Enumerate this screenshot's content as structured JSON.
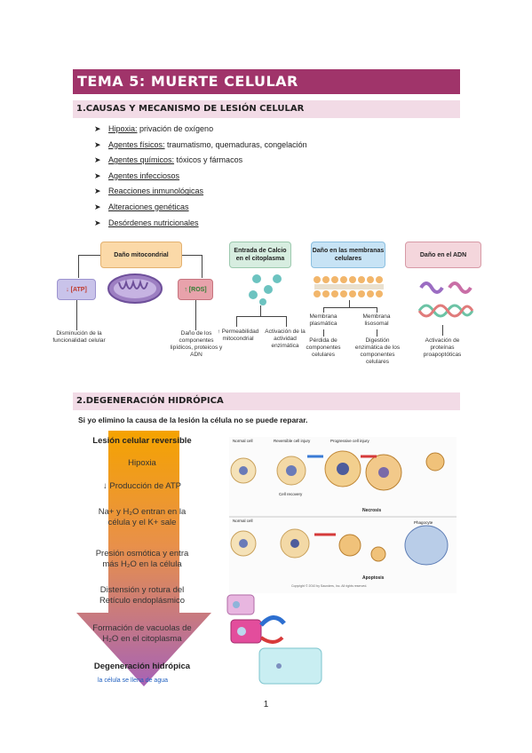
{
  "title": "TEMA 5: MUERTE CELULAR",
  "section1": {
    "heading": "1.CAUSAS Y MECANISMO DE LESIÓN CELULAR",
    "items": [
      {
        "label": "Hipoxia:",
        "desc": " privación de oxígeno"
      },
      {
        "label": "Agentes físicos:",
        "desc": " traumatismo, quemaduras, congelación"
      },
      {
        "label": "Agentes químicos:",
        "desc": " tóxicos y fármacos"
      },
      {
        "label": "Agentes infecciosos",
        "desc": ""
      },
      {
        "label": "Reacciones inmunológicas",
        "desc": ""
      },
      {
        "label": "Alteraciones genéticas",
        "desc": ""
      },
      {
        "label": "Desórdenes nutricionales",
        "desc": ""
      }
    ]
  },
  "diagram1": {
    "mito": "Daño mitocondrial",
    "atp": "↓ [ATP]",
    "ros": "↑ [ROS]",
    "atp_effect": "Disminución de la funcionalidad celular",
    "ros_effect": "Daño de los componentes lipídicos, proteicos y ADN",
    "calcio": "Entrada de Calcio en el citoplasma",
    "perm": "↑ Permeabilidad mitocondrial",
    "enz": "Activación de la actividad enzimática",
    "membranas": "Daño en las membranas celulares",
    "mem_plas": "Membrana plasmática",
    "mem_lis": "Membrana lisosomal",
    "perdida": "Pérdida de componentes celulares",
    "digestion": "Digestión enzimática de los componentes celulares",
    "adn": "Daño en el ADN",
    "proteinas": "Activación de proteínas proapoptóticas"
  },
  "section2": {
    "heading": "2.DEGENERACIÓN HIDRÓPICA",
    "intro": "Si yo elimino la causa de la lesión la célula no se puede reparar.",
    "steps": [
      "Lesión celular reversible",
      "Hipoxia",
      "↓ Producción de ATP",
      "Na+ y H₂O entran en la célula y el K+ sale",
      "Presión osmótica y entra más H₂O en la célula",
      "Distensión y rotura del Retículo endoplásmico",
      "Formación de vacuolas de H₂O en el citoplasma",
      "Degeneración hidrópica"
    ],
    "footnote": "la célula se llena de agua"
  },
  "figure": {
    "normal_cell": "Normal cell",
    "reversible": "Reversible cell injury",
    "progressive": "Progressive cell injury",
    "recovery": "Cell recovery",
    "necrosis": "Necrosis",
    "apoptosis": "Apoptosis",
    "phagocyte": "Phagocyte",
    "copyright": "Copyright © 2010 by Saunders, Inc. All rights reserved."
  },
  "page_number": "1",
  "colors": {
    "title": "#a0346a",
    "section": "#f2dbe6",
    "arrow_top": "#f5a300",
    "arrow_bottom": "#a763b6"
  }
}
